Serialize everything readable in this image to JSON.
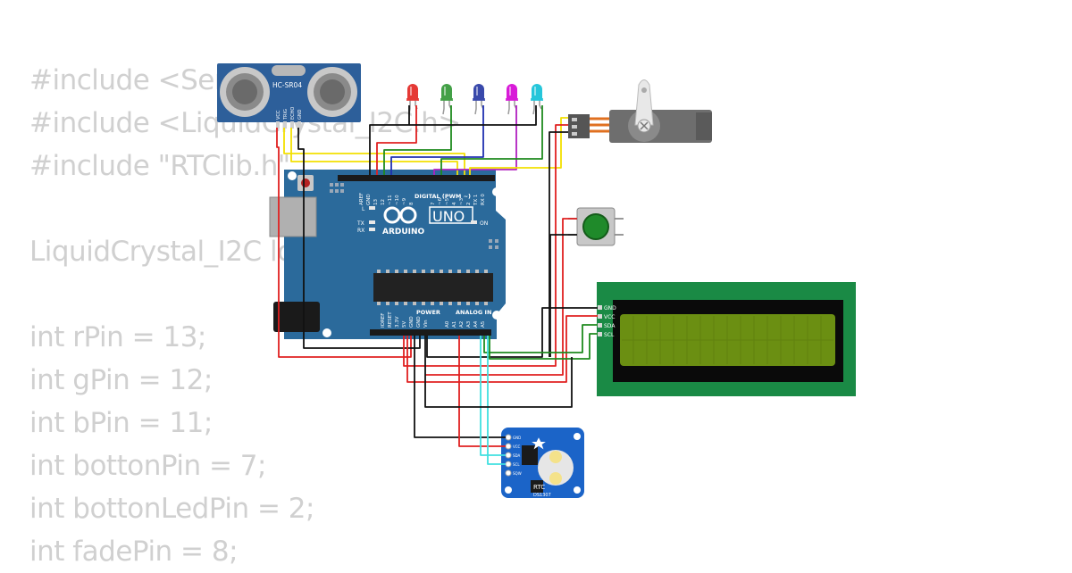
{
  "code_lines": [
    "#include <Servo.h>",
    "#include <LiquidCrystal_I2C.h>",
    "#include \"RTClib.h\"",
    "",
    "LiquidCrystal_I2C lcd(0x27, 16, 2);",
    "",
    "int rPin = 13;",
    "int gPin = 12;",
    "int bPin = 11;",
    "int bottonPin = 7;",
    "int bottonLedPin = 2;",
    "int fadePin = 8;"
  ],
  "ultrasonic": {
    "model": "HC-SR04",
    "pins": [
      "VCC",
      "TRIG",
      "ECHO",
      "GND"
    ]
  },
  "arduino": {
    "brand": "ARDUINO",
    "model": "UNO",
    "digital_header": "DIGITAL (PWM ~)",
    "top_pins": [
      "AREF",
      "GND",
      "13",
      "12",
      "~11",
      "~10",
      "~9",
      "8",
      "7",
      "~6",
      "~5",
      "4",
      "~3",
      "2",
      "TX 1",
      "RX 0"
    ],
    "led_labels": [
      "L",
      "TX",
      "RX",
      "ON"
    ],
    "power_header": "POWER",
    "analog_header": "ANALOG IN",
    "power_pins": [
      "IOREF",
      "RESET",
      "3.3V",
      "5V",
      "GND",
      "GND",
      "Vin"
    ],
    "analog_pins": [
      "A0",
      "A1",
      "A2",
      "A3",
      "A4",
      "A5"
    ]
  },
  "leds": [
    {
      "name": "red",
      "color": "#e53935"
    },
    {
      "name": "green",
      "color": "#43a047"
    },
    {
      "name": "blue",
      "color": "#3949ab"
    },
    {
      "name": "magenta",
      "color": "#d81bd8"
    },
    {
      "name": "cyan",
      "color": "#26c6da"
    }
  ],
  "lcd": {
    "pins": [
      "GND",
      "VCC",
      "SDA",
      "SCL"
    ],
    "background": "#1a8a45",
    "screen": "#6b8f12"
  },
  "rtc": {
    "title": "RTC",
    "chip": "DS1307",
    "pins": [
      "GND",
      "VCC",
      "SDA",
      "SCL",
      "SQW"
    ]
  },
  "colors": {
    "board": "#2b6a9b",
    "wire_red": "#e02020",
    "wire_black": "#111111",
    "wire_yellow": "#f3e000",
    "wire_green": "#1e8a1e",
    "wire_cyan": "#40e0e0",
    "wire_purple": "#b020c0",
    "wire_blue": "#2030b0"
  }
}
